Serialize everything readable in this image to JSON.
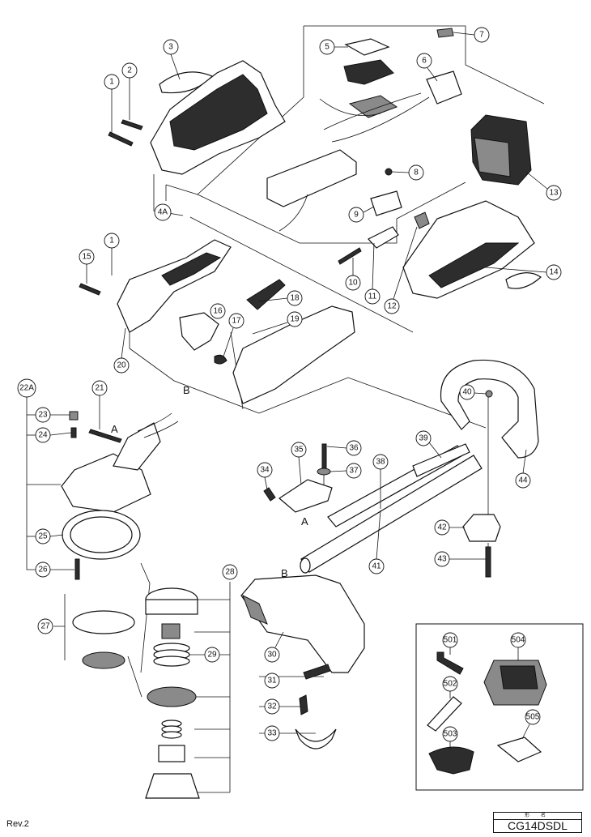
{
  "revision": "Rev.2",
  "model_caption": "形 名",
  "model_name": "CG14DSDL",
  "callouts": [
    "1",
    "2",
    "3",
    "4A",
    "5",
    "6",
    "7",
    "8",
    "9",
    "10",
    "11",
    "12",
    "13",
    "14",
    "15",
    "16",
    "17",
    "18",
    "19",
    "20",
    "21",
    "22A",
    "23",
    "24",
    "25",
    "26",
    "27",
    "28",
    "29",
    "30",
    "31",
    "32",
    "33",
    "34",
    "35",
    "36",
    "37",
    "38",
    "39",
    "40",
    "41",
    "42",
    "43",
    "44",
    "501",
    "502",
    "503",
    "504",
    "505"
  ],
  "connector_letters": {
    "a": "A",
    "b": "B"
  }
}
